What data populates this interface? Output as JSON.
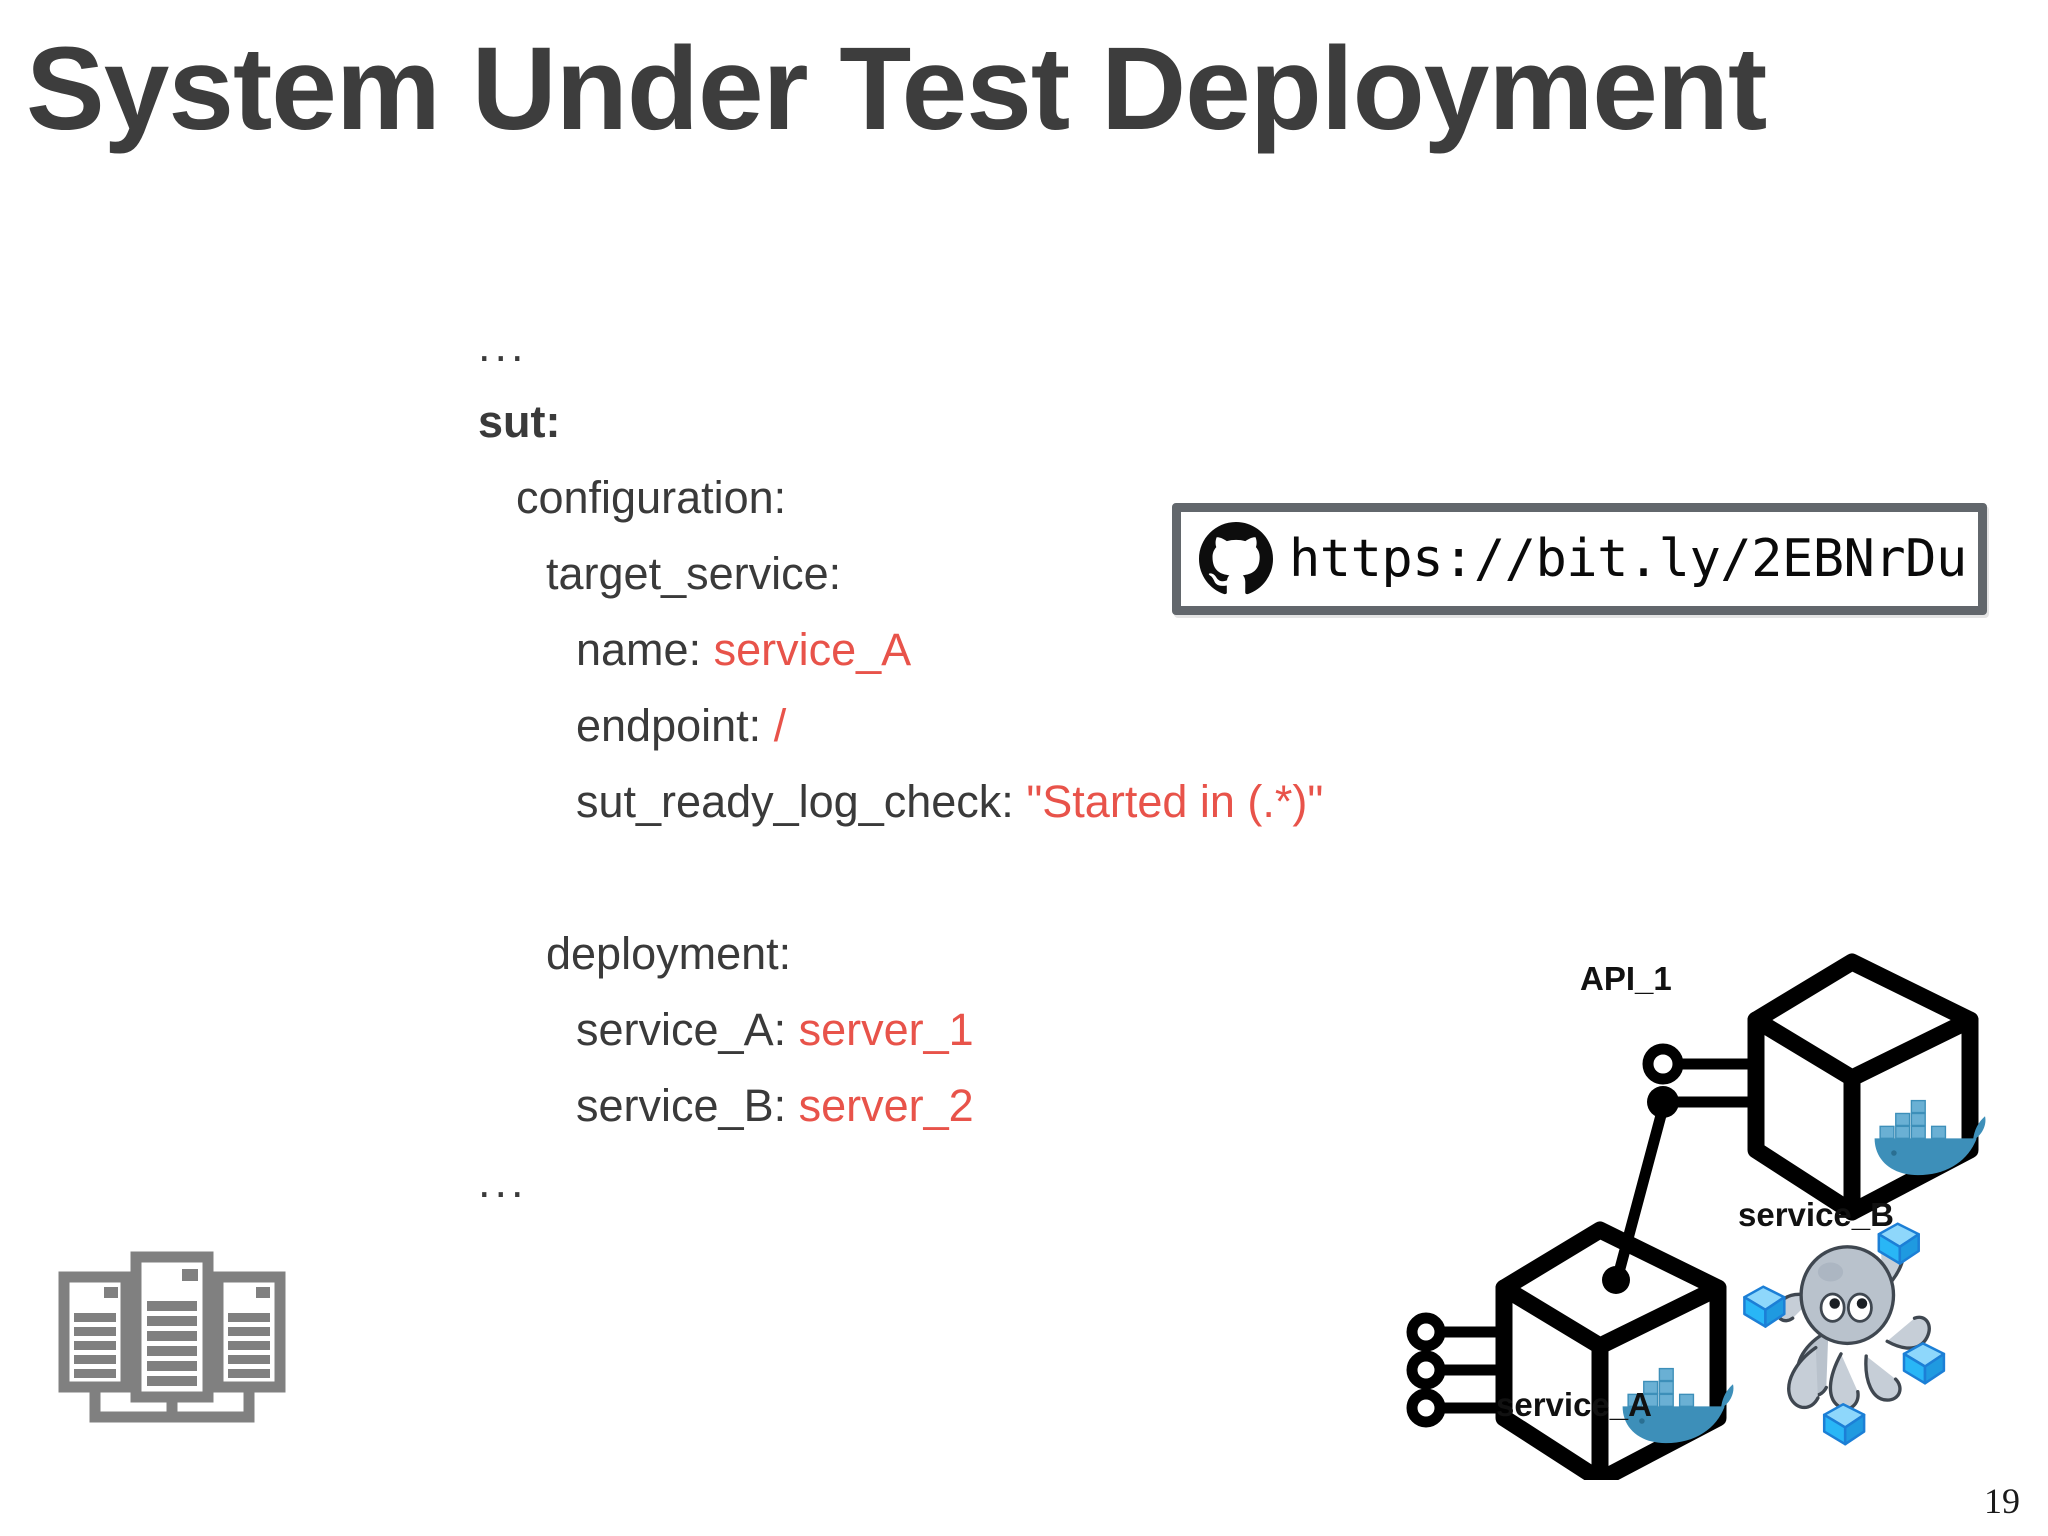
{
  "slide": {
    "title": "System Under Test Deployment",
    "page_number": "19",
    "accent_color": "#e8534a",
    "title_color": "#3d3d3d"
  },
  "yaml": {
    "lines": [
      {
        "text": "...",
        "indent": 0,
        "bold": false,
        "value": ""
      },
      {
        "text": "sut:",
        "indent": 0,
        "bold": true,
        "value": ""
      },
      {
        "text": "configuration:",
        "indent": 1,
        "bold": false,
        "value": ""
      },
      {
        "text": "target_service:",
        "indent": 2,
        "bold": false,
        "value": ""
      },
      {
        "text": "name:",
        "indent": 3,
        "bold": false,
        "value": "service_A"
      },
      {
        "text": "endpoint:",
        "indent": 3,
        "bold": false,
        "value": "/"
      },
      {
        "text": "sut_ready_log_check:",
        "indent": 3,
        "bold": false,
        "value": "\"Started in (.*)\""
      },
      {
        "text": "",
        "indent": 0,
        "bold": false,
        "value": ""
      },
      {
        "text": "deployment:",
        "indent": 2,
        "bold": false,
        "value": ""
      },
      {
        "text": "service_A:",
        "indent": 3,
        "bold": false,
        "value": "server_1"
      },
      {
        "text": "service_B:",
        "indent": 3,
        "bold": false,
        "value": "server_2"
      },
      {
        "text": "...",
        "indent": 0,
        "bold": false,
        "value": ""
      }
    ]
  },
  "github_link": {
    "icon": "github-icon",
    "url": "https://bit.ly/2EBNrDu"
  },
  "server_rack": {
    "icon": "server-rack-icon",
    "color": "#808080"
  },
  "diagram": {
    "labels": {
      "api": "API_1",
      "service_b": "service_B",
      "service_a": "service_A"
    },
    "icons": {
      "docker_whale": "docker-whale-icon",
      "docker_compose_octopus": "docker-compose-octopus-icon",
      "component_cube": "component-cube-icon"
    },
    "colors": {
      "docker_blue": "#3d8fb9",
      "docker_container_blue": "#6ab0d4",
      "octopus_gray": "#b9c2cc",
      "cube_blue": "#29b6f6",
      "outline": "#000000"
    }
  }
}
